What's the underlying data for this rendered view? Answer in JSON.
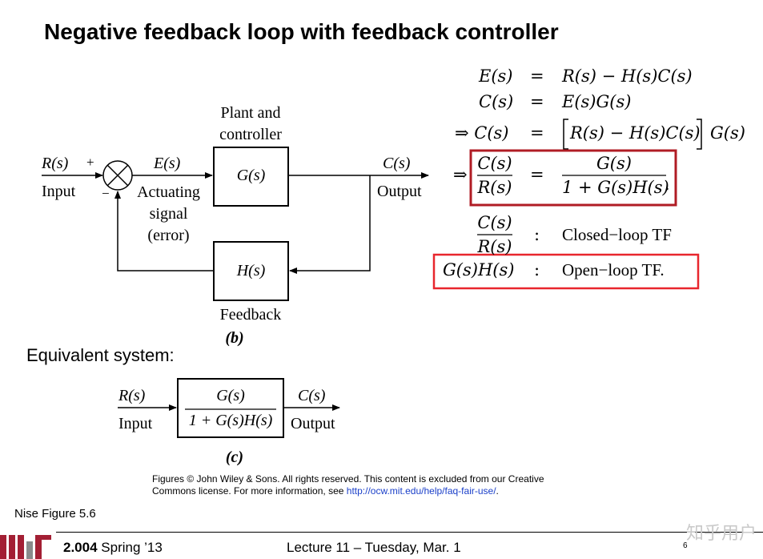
{
  "slide": {
    "title": "Negative feedback loop with feedback controller",
    "equivalent_label": "Equivalent system:",
    "credit_line1": "Figures © John Wiley & Sons. All rights reserved. This content is excluded from our Creative",
    "credit_line2_prefix": "Commons license. For more information, see ",
    "credit_link": "http://ocw.mit.edu/help/faq-fair-use/",
    "credit_line2_suffix": ".",
    "figure_ref": "Nise Figure 5.6",
    "page_number": "6",
    "watermark": "知乎用户"
  },
  "diagram_b": {
    "input_signal": "R(s)",
    "input_label": "Input",
    "plus_sign": "+",
    "minus_sign": "−",
    "error_signal": "E(s)",
    "error_caption_line1": "Actuating",
    "error_caption_line2": "signal",
    "error_caption_line3": "(error)",
    "plant_caption_line1": "Plant and",
    "plant_caption_line2": "controller",
    "plant_block": "G(s)",
    "output_signal": "C(s)",
    "output_label": "Output",
    "feedback_block": "H(s)",
    "feedback_label": "Feedback",
    "figure_tag": "(b)"
  },
  "diagram_c": {
    "input_signal": "R(s)",
    "input_label": "Input",
    "tf_numerator": "G(s)",
    "tf_denominator": "1 + G(s)H(s)",
    "output_signal": "C(s)",
    "output_label": "Output",
    "figure_tag": "(c)"
  },
  "equations": {
    "eq1_lhs": "E(s)",
    "eq1_rhs": "R(s) − H(s)C(s)",
    "eq2_lhs": "C(s)",
    "eq2_rhs": "E(s)G(s)",
    "eq3_lhs": "⇒ C(s)",
    "eq3_bracket": "R(s) − H(s)C(s)",
    "eq3_tail": "G(s)",
    "eq4_arrow": "⇒",
    "eq4_lhs_num": "C(s)",
    "eq4_lhs_den": "R(s)",
    "eq4_rhs_num": "G(s)",
    "eq4_rhs_den": "1 + G(s)H(s)",
    "eq4_period": ".",
    "eq5_num": "C(s)",
    "eq5_den": "R(s)",
    "eq5_label": "Closed−loop TF",
    "eq6_lhs": "G(s)H(s)",
    "eq6_label": "Open−loop TF.",
    "equals": "=",
    "colon": ":"
  },
  "footer": {
    "course_bold": "2.004",
    "course_rest": " Spring ’13",
    "lecture": "Lecture 11 – Tuesday, Mar. 1",
    "logo_text": "MIT"
  },
  "colors": {
    "highlight_box": "#b01c24",
    "highlight_box2": "#e8262d",
    "logo_red": "#a31f34",
    "logo_gray": "#8a8b8c"
  }
}
